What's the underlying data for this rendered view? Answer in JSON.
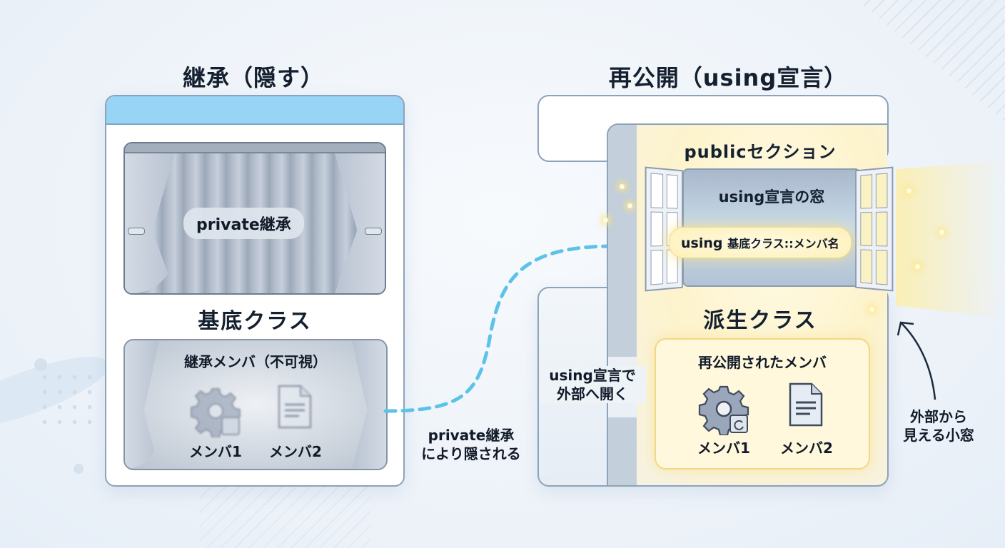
{
  "left": {
    "title": "継承（隠す）",
    "curtain_label": "private継承",
    "class_label": "基底クラス",
    "hidden_box": {
      "title": "継承メンバ（不可視）",
      "members": [
        {
          "label": "メンバ1",
          "icon": "gear-icon"
        },
        {
          "label": "メンバ2",
          "icon": "document-icon"
        }
      ]
    }
  },
  "connector": {
    "label_line1": "private継承",
    "label_line2": "により隠される",
    "arrow_color": "#5bc3ea"
  },
  "right": {
    "title": "再公開（using宣言）",
    "section_label": "publicセクション",
    "window_label": "using宣言の窓",
    "code_prefix": "using",
    "code_rest": "基底クラス::メンバ名",
    "class_label": "派生クラス",
    "pillar_note_line1": "using宣言で",
    "pillar_note_line2": "外部へ開く",
    "reveal_box": {
      "title": "再公開されたメンバ",
      "members": [
        {
          "label": "メンバ1",
          "icon": "gear-icon"
        },
        {
          "label": "メンバ2",
          "icon": "document-icon"
        }
      ]
    },
    "external_note_line1": "外部から",
    "external_note_line2": "見える小窓"
  },
  "colors": {
    "header_blue": "#98d4f6",
    "glow_yellow": "#fdf0b8",
    "text_dark": "#14202f"
  }
}
